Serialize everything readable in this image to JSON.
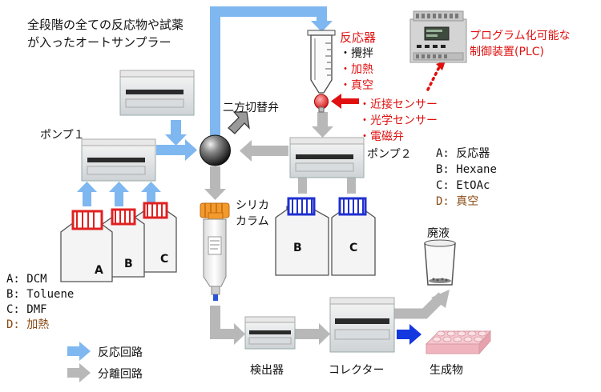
{
  "colors": {
    "reaction_path": "#7fb7f0",
    "separation_path": "#b8b8b8",
    "accent_red": "#e01010",
    "brown": "#8a4a14",
    "blue_cap": "#2030d0",
    "red_cap": "#e02020",
    "product_arrow": "#1438e0"
  },
  "autosampler": {
    "label_line1": "全段階の全ての反応物や試薬",
    "label_line2": "が入ったオートサンプラー"
  },
  "pump1": {
    "label": "ポンプ１"
  },
  "pump2": {
    "label": "ポンプ２"
  },
  "valve": {
    "label": "二方切替弁"
  },
  "reactor": {
    "title": "反応器",
    "features": [
      "・攪拌",
      "・加熱",
      "・真空"
    ]
  },
  "sensors": [
    "・近接センサー",
    "・光学センサー",
    "・電磁弁"
  ],
  "plc": {
    "line1": "プログラム化可能な",
    "line2": "制御装置(PLC)"
  },
  "silica": {
    "line1": "シリカ",
    "line2": "カラム"
  },
  "reagent_bottles": {
    "a": "A",
    "b": "B",
    "c": "C"
  },
  "solvent_bottles": {
    "b": "B",
    "c": "C"
  },
  "legend_reagents": [
    {
      "key": "A:",
      "value": "DCM",
      "color": "dark"
    },
    {
      "key": "B:",
      "value": "Toluene",
      "color": "dark"
    },
    {
      "key": "C:",
      "value": "DMF",
      "color": "dark"
    },
    {
      "key": "D:",
      "value": "加熱",
      "color": "brown"
    }
  ],
  "legend_solvents": [
    {
      "key": "A:",
      "value": "反応器",
      "color": "dark"
    },
    {
      "key": "B:",
      "value": "Hexane",
      "color": "dark"
    },
    {
      "key": "C:",
      "value": "EtOAc",
      "color": "dark"
    },
    {
      "key": "D:",
      "value": "真空",
      "color": "brown"
    }
  ],
  "waste": {
    "label": "廃液"
  },
  "detector": {
    "label": "検出器"
  },
  "collector": {
    "label": "コレクター"
  },
  "product": {
    "label": "生成物"
  },
  "path_legend": {
    "reaction": "反応回路",
    "separation": "分離回路"
  }
}
